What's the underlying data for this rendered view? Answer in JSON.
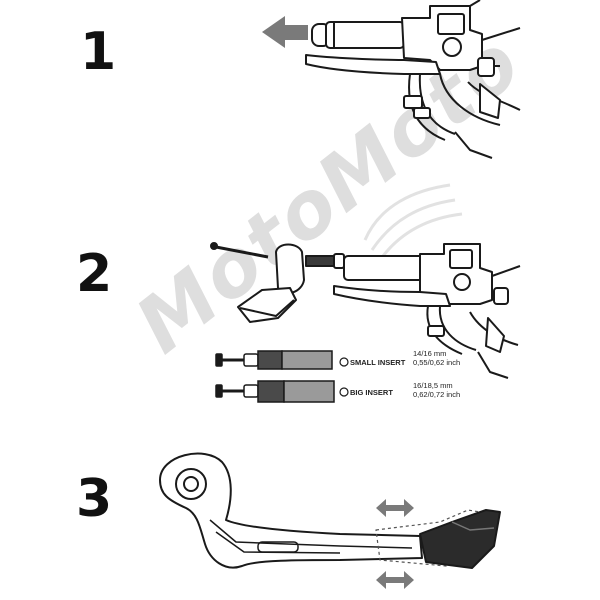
{
  "steps": [
    {
      "number": "1"
    },
    {
      "number": "2"
    },
    {
      "number": "3"
    }
  ],
  "inserts": {
    "small": {
      "label": "SMALL INSERT",
      "size_mm": "14/16 mm",
      "size_inch": "0,55/0,62 inch"
    },
    "big": {
      "label": "BIG INSERT",
      "size_mm": "16/18,5 mm",
      "size_inch": "0,62/0,72 inch"
    }
  },
  "watermark": {
    "text": "MotoMoto"
  },
  "colors": {
    "line": "#1a1a1a",
    "dark_fill": "#2b2b2b",
    "arrow": "#7a7a7a",
    "watermark": "#dedede"
  }
}
